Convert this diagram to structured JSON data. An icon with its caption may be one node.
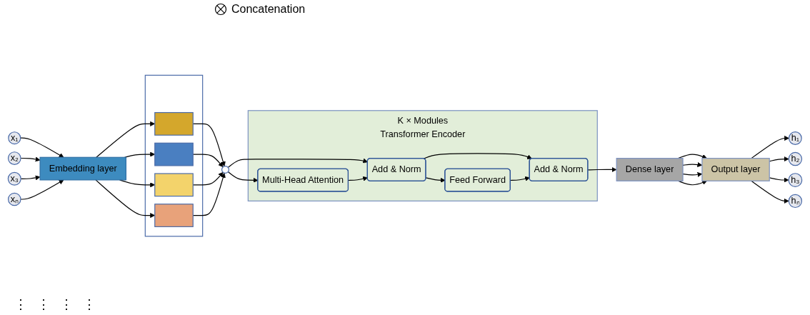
{
  "diagram": {
    "nodes": [
      {
        "text": [
          "x₁"
        ]
      },
      {
        "text": [
          "x₂"
        ]
      },
      {
        "text": [
          "x₃"
        ]
      },
      {
        "text": [
          "xₙ"
        ]
      },
      {
        "text": [
          "Embedding layer"
        ]
      },
      {
        "text": [],
        "shape": "box"
      },
      {
        "text": [],
        "shape": "bar",
        "in": 5
      },
      {
        "text": [],
        "shape": "bar",
        "in": 5
      },
      {
        "text": [],
        "shape": "bar",
        "in": 5
      },
      {
        "text": [],
        "shape": "bar",
        "in": 5
      },
      {
        "text": [],
        "shape": "circle"
      },
      {
        "text": [
          "K × Modules",
          "Transformer Encoder"
        ]
      },
      {
        "text": [
          "Multi-Head Attention"
        ],
        "in": 11
      },
      {
        "text": [
          "Add & Norm"
        ],
        "in": 11
      },
      {
        "text": [
          "Feed Forward"
        ],
        "in": 11
      },
      {
        "text": [
          "Add & Norm"
        ],
        "in": 11
      },
      {
        "text": [
          "Dense layer"
        ]
      },
      {
        "text": [
          "Output layer"
        ]
      },
      {
        "text": [
          "h₁"
        ]
      },
      {
        "text": [
          "h₂"
        ]
      },
      {
        "text": [
          "h₃"
        ]
      },
      {
        "text": [
          "hₙ"
        ]
      }
    ],
    "edges": [
      {
        "from": 0,
        "to": 4,
        "arrow": "to"
      },
      {
        "from": 1,
        "to": 4,
        "arrow": "to"
      },
      {
        "from": 2,
        "to": 4,
        "arrow": "to"
      },
      {
        "from": 3,
        "to": 4,
        "arrow": "to"
      },
      {
        "from": 4,
        "to": 6,
        "arrow": "to"
      },
      {
        "from": 4,
        "to": 7,
        "arrow": "to"
      },
      {
        "from": 4,
        "to": 8,
        "arrow": "to"
      },
      {
        "from": 4,
        "to": 9,
        "arrow": "to"
      },
      {
        "from": 6,
        "to": 10,
        "arrow": "to"
      },
      {
        "from": 7,
        "to": 10,
        "arrow": "to"
      },
      {
        "from": 8,
        "to": 10,
        "arrow": "to"
      },
      {
        "from": 9,
        "to": 10,
        "arrow": "to"
      },
      {
        "from": 10,
        "to": 12,
        "arrow": "to"
      },
      {
        "from": 10,
        "to": 13,
        "arrow": "to"
      },
      {
        "from": 12,
        "to": 13,
        "arrow": "to"
      },
      {
        "from": 13,
        "to": 14,
        "arrow": "to"
      },
      {
        "from": 13,
        "to": 15,
        "arrow": "to"
      },
      {
        "from": 14,
        "to": 15,
        "arrow": "to"
      },
      {
        "from": 15,
        "to": 16,
        "arrow": "to"
      },
      {
        "from": 16,
        "to": 17,
        "arrow": "to"
      },
      {
        "from": 16,
        "to": 17,
        "arrow": "to"
      },
      {
        "from": 16,
        "to": 17,
        "arrow": "to"
      },
      {
        "from": 16,
        "to": 17,
        "arrow": "to"
      },
      {
        "from": 17,
        "to": 18,
        "arrow": "to"
      },
      {
        "from": 17,
        "to": 19,
        "arrow": "to"
      },
      {
        "from": 17,
        "to": 20,
        "arrow": "to"
      },
      {
        "from": 17,
        "to": 21,
        "arrow": "to"
      }
    ],
    "labels": [
      "⋮",
      "⋮",
      "⋮",
      "⋮"
    ],
    "legend": [
      {
        "text": "Concatenation"
      }
    ]
  }
}
